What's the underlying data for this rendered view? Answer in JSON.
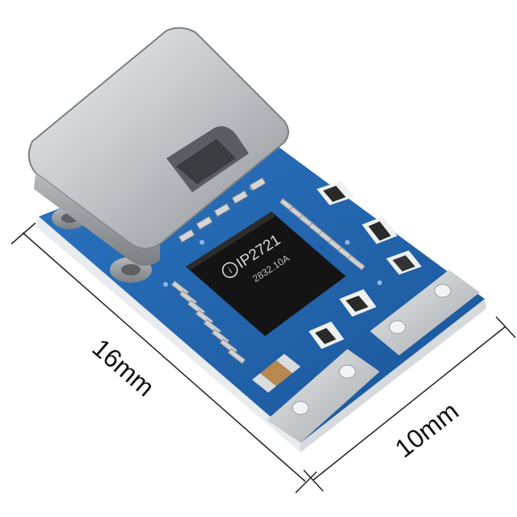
{
  "chip": {
    "brand_mark": "i",
    "part_number": "IP2721",
    "batch_code": "2832.10A"
  },
  "dimensions": {
    "length_label": "16mm",
    "width_label": "10mm"
  },
  "colors": {
    "pcb_blue": "#1f5ea8",
    "pcb_dark": "#16447c",
    "chip_black": "#1a1a1a",
    "metal": "#c9cbcd",
    "dimension_line": "#222222"
  }
}
